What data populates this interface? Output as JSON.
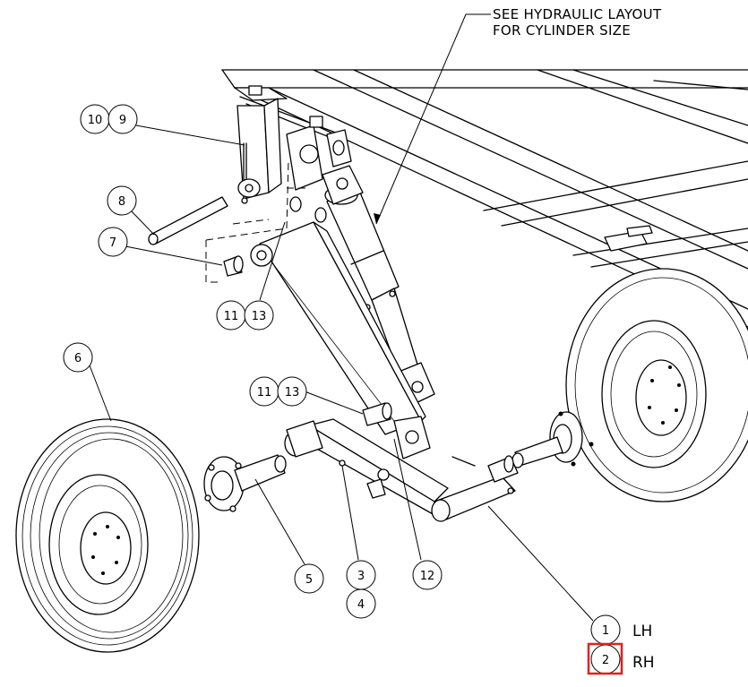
{
  "note": {
    "line1": "SEE HYDRAULIC LAYOUT",
    "line2": "FOR CYLINDER SIZE"
  },
  "callouts": [
    {
      "id": "c10",
      "label": "10"
    },
    {
      "id": "c9",
      "label": "9"
    },
    {
      "id": "c8",
      "label": "8"
    },
    {
      "id": "c7",
      "label": "7"
    },
    {
      "id": "c11a",
      "label": "11"
    },
    {
      "id": "c13a",
      "label": "13"
    },
    {
      "id": "c6",
      "label": "6"
    },
    {
      "id": "c11b",
      "label": "11"
    },
    {
      "id": "c13b",
      "label": "13"
    },
    {
      "id": "c5",
      "label": "5"
    },
    {
      "id": "c3",
      "label": "3"
    },
    {
      "id": "c4",
      "label": "4"
    },
    {
      "id": "c12",
      "label": "12"
    },
    {
      "id": "c1",
      "label": "1"
    },
    {
      "id": "c2",
      "label": "2"
    }
  ],
  "side_labels": {
    "lh": "LH",
    "rh": "RH"
  },
  "highlight": {
    "color": "#e0201b",
    "target": "2"
  }
}
